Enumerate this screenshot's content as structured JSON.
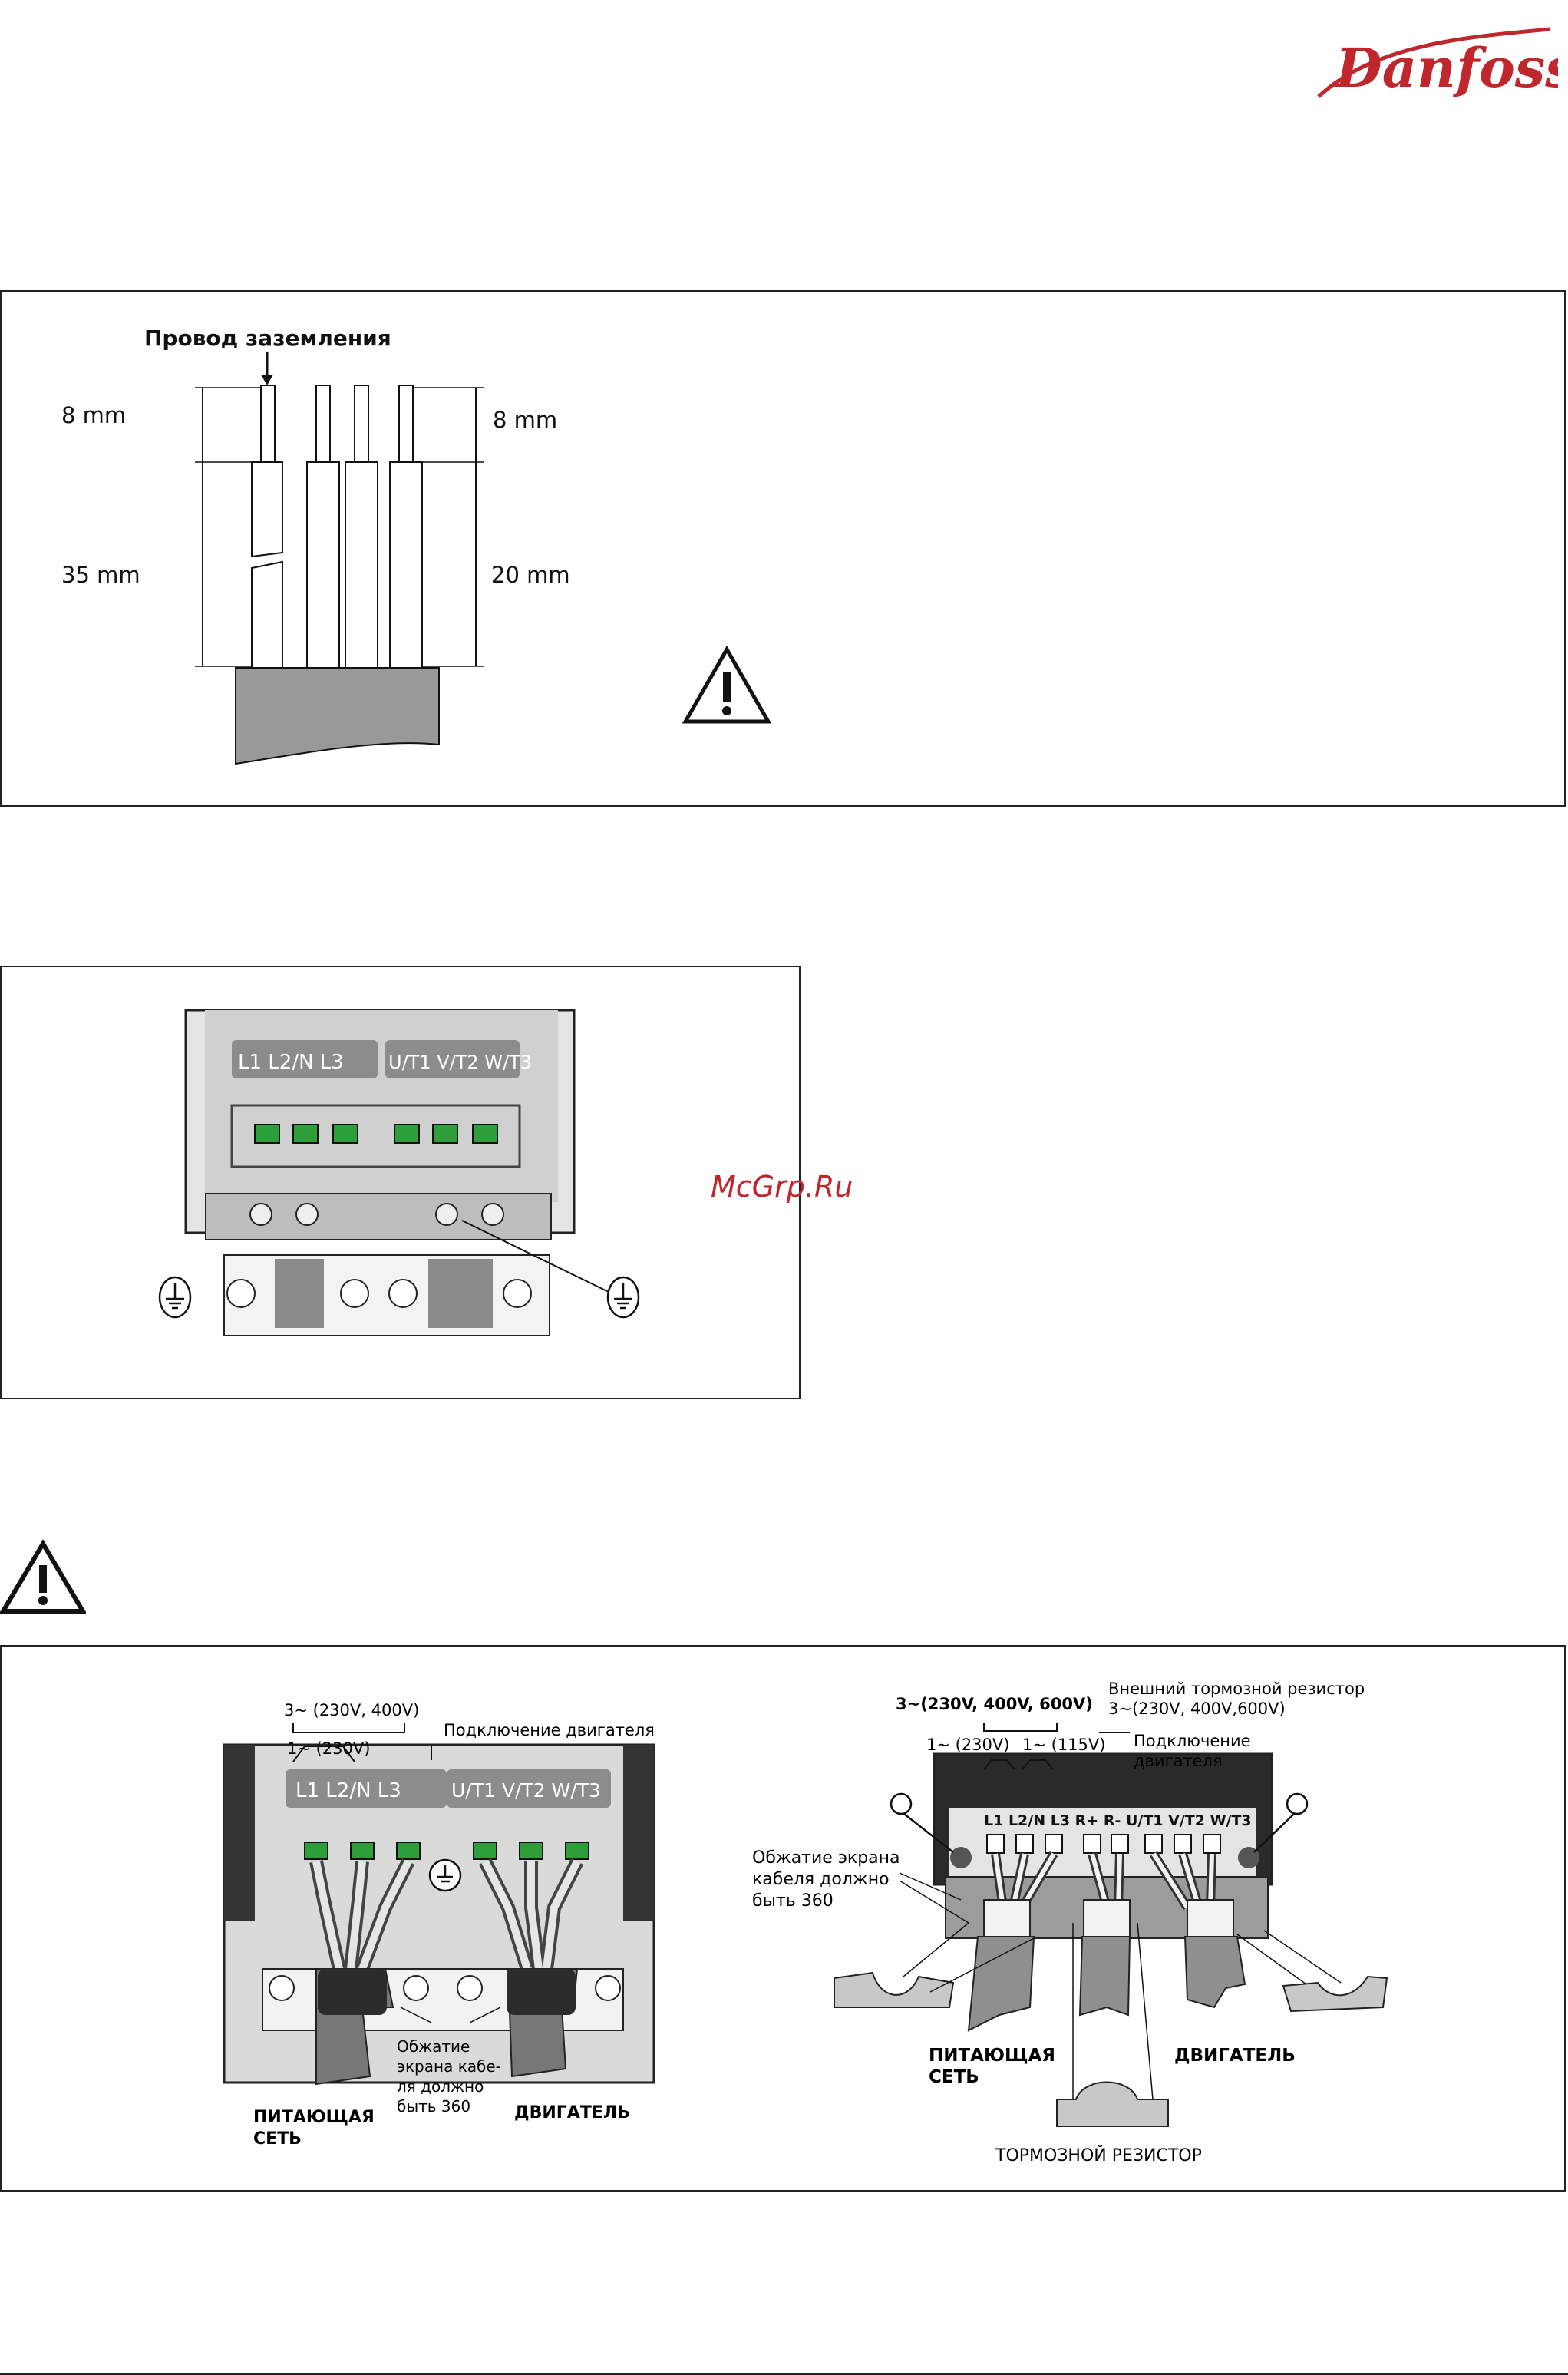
{
  "brand": {
    "logo_text": "Danfoss",
    "color": "#c0272d"
  },
  "figure1": {
    "ground_wire_label": "Провод заземления",
    "dim_left_top": "8 mm",
    "dim_left_bottom": "35 mm",
    "dim_right_top": "8 mm",
    "dim_right_bottom": "20 mm",
    "warning_icon": "warning-triangle-icon"
  },
  "figure2": {
    "terminals_left": "L1  L2/N  L3",
    "terminals_right": "U/T1 V/T2 W/T3",
    "ground_icon": "ground-icon"
  },
  "watermark": "McGrp.Ru",
  "warning_icon": "warning-triangle-icon",
  "figure3_left": {
    "supply_3ph": "3~ (230V, 400V)",
    "supply_1ph": "1~ (230V)",
    "motor_connection": "Подключение двигателя",
    "terminals_left": "L1  L2/N  L3",
    "terminals_right": "U/T1 V/T2 W/T3",
    "shield_note_line1": "Обжатие",
    "shield_note_line2": "экрана кабе-",
    "shield_note_line3": "ля должно",
    "shield_note_line4": "быть 360",
    "mains_line1": "ПИТАЮЩАЯ",
    "mains_line2": "СЕТЬ",
    "motor": "ДВИГАТЕЛЬ"
  },
  "figure3_right": {
    "supply_3ph": "3~(230V, 400V, 600V)",
    "supply_1ph_a": "1~ (230V)",
    "supply_1ph_b": "1~ (115V)",
    "brake_resistor_ext_line1": "Внешний тормозной резистор",
    "brake_resistor_ext_line2": "3~(230V, 400V,600V)",
    "motor_conn_line1": "Подключение",
    "motor_conn_line2": "двигателя",
    "terminals": "L1 L2/N L3  R+  R-  U/T1 V/T2 W/T3",
    "shield_line1": "Обжатие экрана",
    "shield_line2": "кабеля должно",
    "shield_line3": "быть 360",
    "mains_line1": "ПИТАЮЩАЯ",
    "mains_line2": "СЕТЬ",
    "motor": "ДВИГАТЕЛЬ",
    "brake_resistor": "ТОРМОЗНОЙ РЕЗИСТОР"
  }
}
